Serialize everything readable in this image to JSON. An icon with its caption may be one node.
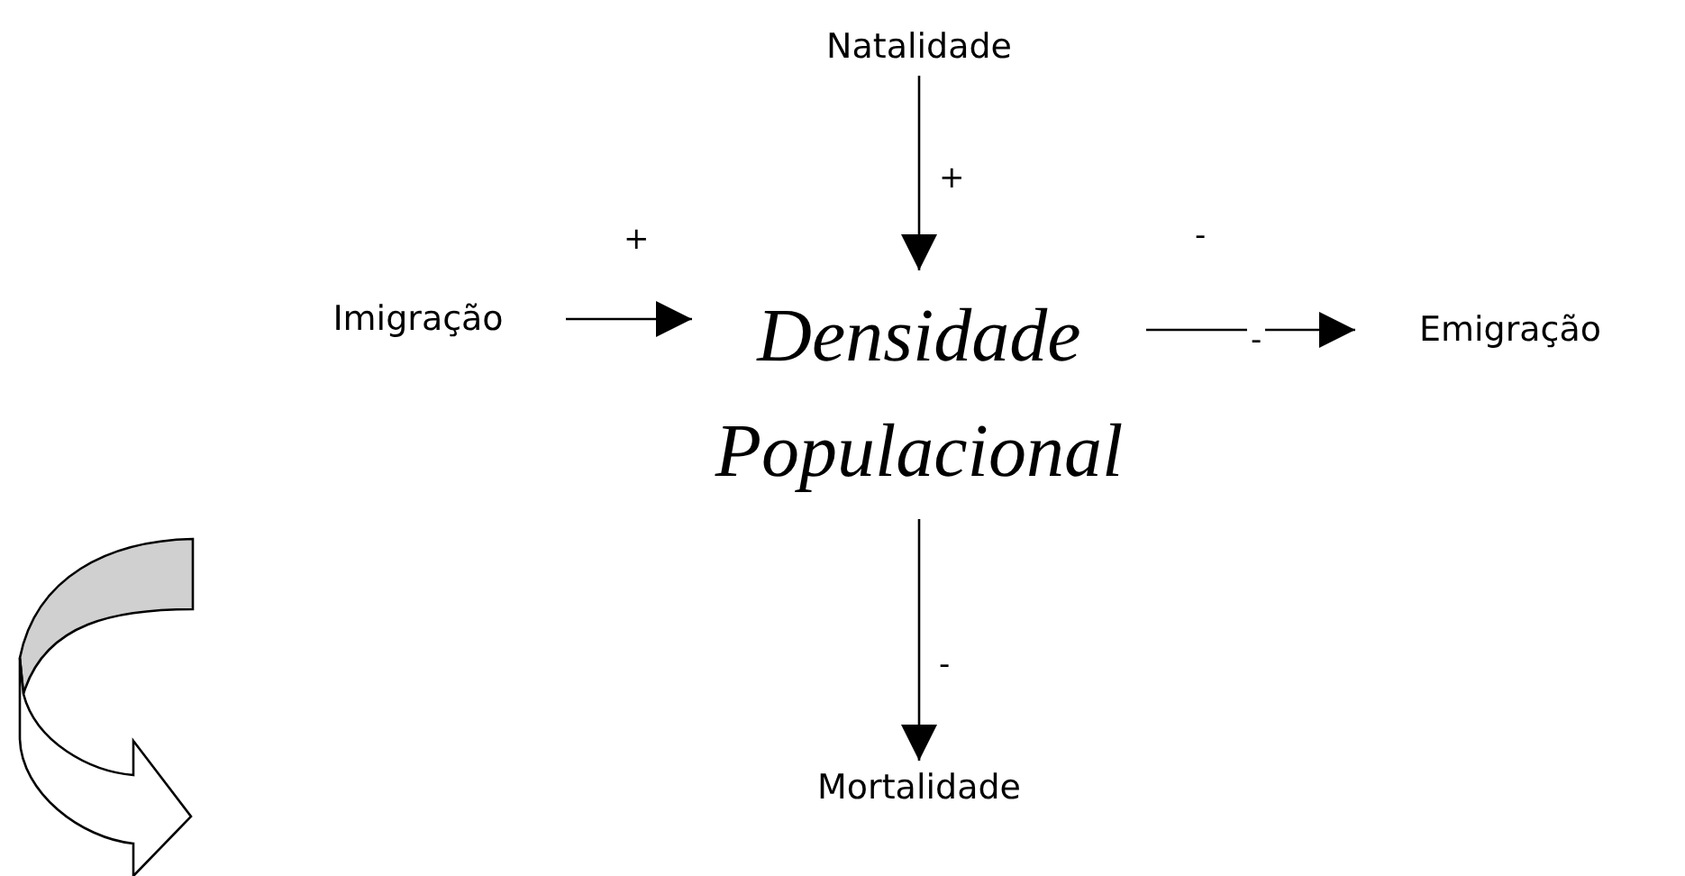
{
  "diagram": {
    "nodes": [
      {
        "text": [
          "Natalidade"
        ]
      },
      {
        "text": [
          "Imigração"
        ]
      },
      {
        "text": [
          "Densidade Populacional"
        ]
      },
      {
        "text": [
          "Emigração"
        ]
      },
      {
        "text": [
          "Mortalidade"
        ]
      }
    ],
    "edges": [
      {
        "from": 0,
        "to": 2,
        "arrow": "to",
        "label": "+"
      },
      {
        "from": 1,
        "to": 2,
        "arrow": "to",
        "label": "+"
      },
      {
        "from": 2,
        "to": 3,
        "arrow": "to",
        "label": "-"
      },
      {
        "from": 2,
        "to": 4,
        "arrow": "to",
        "label": "-"
      }
    ],
    "labels": [
      "-"
    ]
  }
}
